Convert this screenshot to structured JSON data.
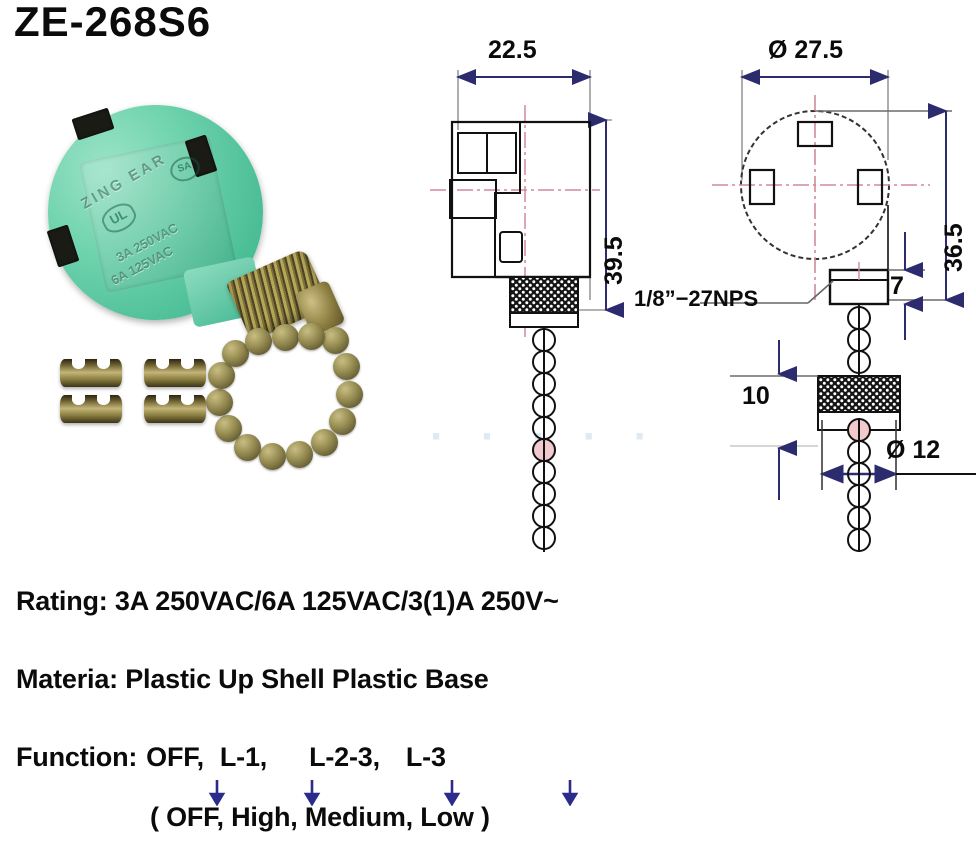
{
  "title": "ZE-268S6",
  "photo": {
    "brand_emboss": "ZING EAR",
    "ul_mark": "UL",
    "sa_mark": "SA",
    "rating_line_1": "3A  250VAC",
    "rating_line_2": "6A  125VAC",
    "clip_count": 4,
    "body_color": "#5ecda8",
    "brass_color": "#8b7f41"
  },
  "drawings": {
    "side_view": {
      "width_dim": "22.5",
      "height_dim": "39.5"
    },
    "front_view": {
      "diameter_dim": "Ø 27.5",
      "height_dim": "36.5",
      "boss_dim": "7",
      "thread_callout": "1/8”−27NPS",
      "nut_height_dim": "10",
      "nut_diameter_dim": "Ø 12"
    }
  },
  "specs": {
    "rating": "Rating: 3A 250VAC/6A 125VAC/3(1)A 250V~",
    "material": "Materia: Plastic Up Shell Plastic Base",
    "function_label": "Function:",
    "function_positions": [
      "OFF,",
      "L-1,",
      "L-2-3,",
      "L-3"
    ],
    "legend": "( OFF, High, Medium, Low )",
    "arrow_color": "#2b2b8c"
  },
  "watermark": "· · · · ·"
}
